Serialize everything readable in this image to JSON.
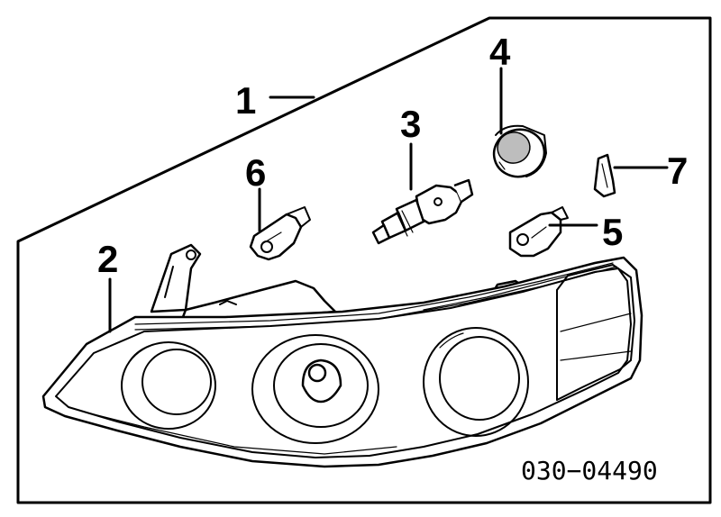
{
  "diagram": {
    "callouts": [
      "1",
      "2",
      "3",
      "4",
      "5",
      "6",
      "7"
    ],
    "part_number": "030−04490"
  }
}
